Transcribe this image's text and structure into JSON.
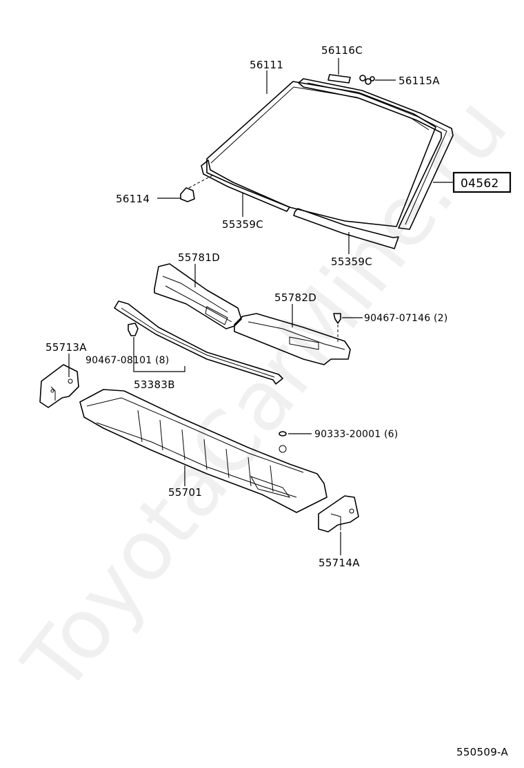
{
  "watermark": "ToyotaCarMine.ru",
  "diagram_code": "550509-A",
  "highlight_part": "04562",
  "labels": {
    "p56116C": "56116C",
    "p56111": "56111",
    "p56115A": "56115A",
    "p04562": "04562",
    "p56114": "56114",
    "p55359C_a": "55359C",
    "p55359C_b": "55359C",
    "p55781D": "55781D",
    "p55782D": "55782D",
    "p90467_07146": "90467-07146 (2)",
    "p55713A": "55713A",
    "p90467_08101": "90467-08101 (8)",
    "p53383B": "53383B",
    "p90333_20001": "90333-20001 (6)",
    "p55701": "55701",
    "p55714A": "55714A"
  }
}
